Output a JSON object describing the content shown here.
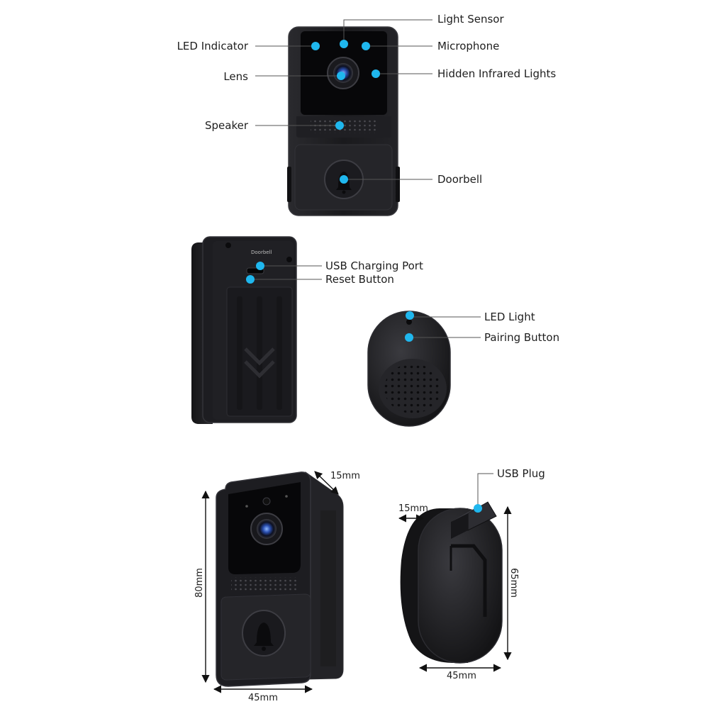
{
  "colors": {
    "device": "#1c1c1f",
    "device_edge": "#2c2c30",
    "screen": "#0a0a0c",
    "callout_dot": "#1fb7ee",
    "leader": "#555555"
  },
  "front_callouts": {
    "light_sensor": "Light Sensor",
    "led_indicator": "LED Indicator",
    "microphone": "Microphone",
    "lens": "Lens",
    "hidden_infrared_lights": "Hidden Infrared Lights",
    "speaker": "Speaker",
    "doorbell": "Doorbell"
  },
  "back_callouts": {
    "usb_charging_port": "USB Charging Port",
    "reset_button": "Reset Button",
    "back_brand_text": "Doorbell"
  },
  "chime_callouts": {
    "led_light": "LED Light",
    "pairing_button": "Pairing Button"
  },
  "doorbell_dimensions": {
    "depth": "15mm",
    "height": "80mm",
    "width": "45mm"
  },
  "chime_dimensions": {
    "usb_plug": "USB Plug",
    "depth": "15mm",
    "height": "65mm",
    "width": "45mm"
  }
}
